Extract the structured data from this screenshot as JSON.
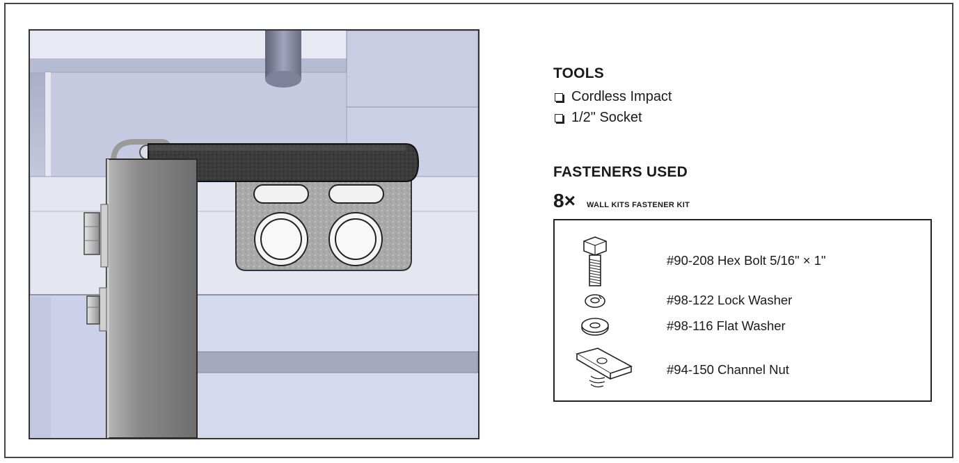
{
  "tools": {
    "title": "TOOLS",
    "items": [
      {
        "label": "Cordless Impact"
      },
      {
        "label": "1/2\" Socket"
      }
    ]
  },
  "fasteners": {
    "title": "FASTENERS USED",
    "quantity": "8×",
    "kit_name": "WALL KITS FASTENER KIT",
    "parts": [
      {
        "label": "#90-208 Hex Bolt 5/16\" × 1\"",
        "icon": "hex-bolt-icon"
      },
      {
        "label": "#98-122 Lock Washer",
        "icon": "lock-washer-icon"
      },
      {
        "label": "#98-116 Flat Washer",
        "icon": "flat-washer-icon"
      },
      {
        "label": "#94-150 Channel Nut",
        "icon": "channel-nut-icon"
      }
    ]
  },
  "colors": {
    "background": "#ffffff",
    "frame": "#444444",
    "illustration_bg": "#c7cbe0",
    "bracket": "#7a7a7a",
    "bumper": "#2e2e2e",
    "rail": "#e6e8f0"
  }
}
